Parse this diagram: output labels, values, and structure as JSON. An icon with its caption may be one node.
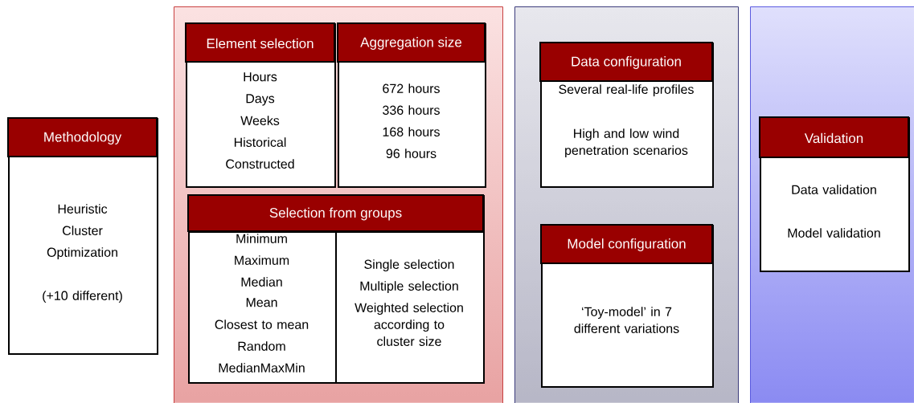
{
  "diagram": {
    "nodes": [
      {
        "text": [
          "Methodology",
          "Heuristic",
          "Cluster",
          "Optimization",
          "(+10 different)"
        ]
      },
      {
        "text": [],
        "shape": "box"
      },
      {
        "text": [
          "Element selection",
          "Hours",
          "Days",
          "Weeks",
          "Historical",
          "Constructed"
        ],
        "in": 1
      },
      {
        "text": [
          "Aggregation size",
          "672 hours",
          "336 hours",
          "168 hours",
          "96 hours"
        ],
        "in": 1
      },
      {
        "text": [
          "Selection from groups"
        ],
        "in": 1
      },
      {
        "text": [
          "Minimum",
          "Maximum",
          "Median",
          "Mean",
          "Closest to mean",
          "Random",
          "MedianMaxMin"
        ],
        "in": 4
      },
      {
        "text": [
          "Single selection",
          "Multiple selection",
          "Weighted selection according to cluster size"
        ],
        "in": 4
      },
      {
        "text": [],
        "shape": "box"
      },
      {
        "text": [
          "Data configuration",
          "Several real-life profiles",
          "High and low wind penetration scenarios"
        ],
        "in": 7
      },
      {
        "text": [
          "Model configuration",
          "‘Toy-model’ in 7 different variations"
        ],
        "in": 7
      },
      {
        "text": [],
        "shape": "box"
      },
      {
        "text": [
          "Validation",
          "Data validation",
          "Model validation"
        ],
        "in": 10
      }
    ],
    "edges": []
  }
}
